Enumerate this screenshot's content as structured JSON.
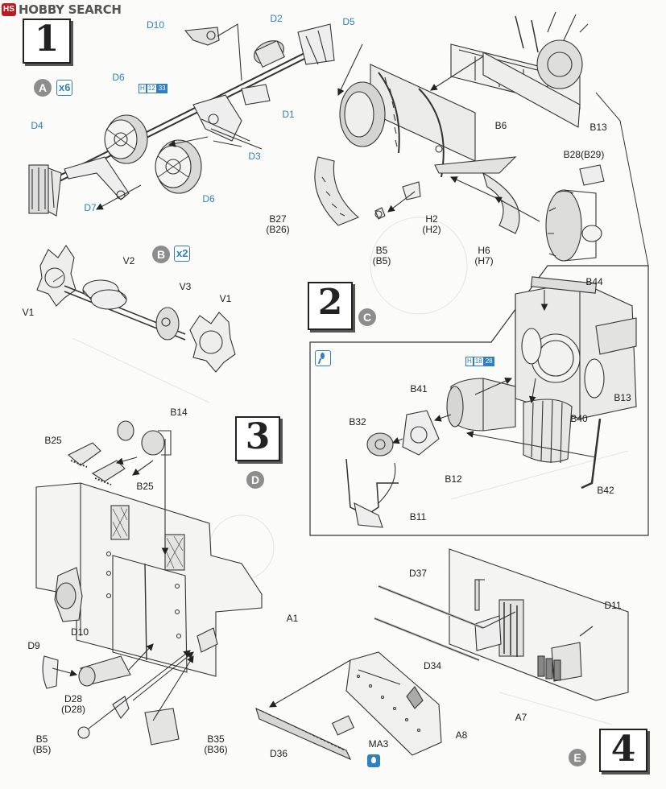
{
  "watermark": {
    "text": "HOBBY SEARCH",
    "badge": "HS"
  },
  "steps": [
    {
      "number": "1",
      "circle": "A",
      "multiplier": "x6"
    },
    {
      "number": "2",
      "circle": "C"
    },
    {
      "number": "3",
      "circle": "D"
    },
    {
      "number": "4",
      "circle": "E"
    }
  ],
  "sub_circle_b": {
    "letter": "B",
    "multiplier": "x2"
  },
  "color_badges": {
    "b1": [
      "H",
      "12",
      "33"
    ],
    "b2": [
      "H",
      "18",
      "28"
    ]
  },
  "labels": {
    "d10": "D10",
    "d2": "D2",
    "d5": "D5",
    "d6a": "D6",
    "d1": "D1",
    "d4": "D4",
    "d3": "D3",
    "d7": "D7",
    "d6b": "D6",
    "b6": "B6",
    "b13a": "B13",
    "b28": "B28(B29)",
    "b27": "B27",
    "b27s": "(B26)",
    "h2": "H2",
    "h2s": "(H2)",
    "b5a": "B5",
    "b5as": "(B5)",
    "h6": "H6",
    "h6s": "(H7)",
    "v2": "V2",
    "v1a": "V1",
    "v3": "V3",
    "v1b": "V1",
    "b44": "B44",
    "b41": "B41",
    "b32": "B32",
    "b40": "B40",
    "b13b": "B13",
    "b12": "B12",
    "b42": "B42",
    "b11": "B11",
    "b14": "B14",
    "b25a": "B25",
    "b25b": "B25",
    "a1": "A1",
    "d10b": "D10",
    "d9": "D9",
    "d28": "D28",
    "d28s": "(D28)",
    "b5b": "B5",
    "b5bs": "(B5)",
    "b35": "B35",
    "b35s": "(B36)",
    "d37": "D37",
    "d11": "D11",
    "d34": "D34",
    "a7": "A7",
    "a8": "A8",
    "d36": "D36",
    "ma3": "MA3"
  },
  "colors": {
    "accent_blue": "#2f7fc2",
    "step_circle": "#8d8d8d",
    "line": "#333333",
    "brand_red": "#b91d1d"
  }
}
